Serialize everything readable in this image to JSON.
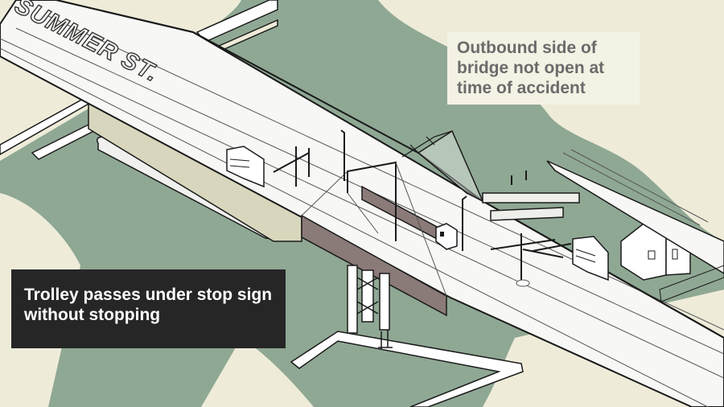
{
  "street_label": "SUMMER ST.",
  "callouts": {
    "outbound": [
      "Outbound side of",
      "bridge not open at",
      "time of accident"
    ],
    "trolley": [
      "Trolley passes under stop sign",
      "without stopping"
    ]
  },
  "colors": {
    "water": "#8fa894",
    "land": "#eeecd9",
    "deck": "#f7f7f5",
    "outline": "#1a1a1a",
    "span_side": "#8a7a78",
    "abutment": "#d8d7bd",
    "label_dark": "#262626",
    "label_light": "#f4f2e4"
  }
}
